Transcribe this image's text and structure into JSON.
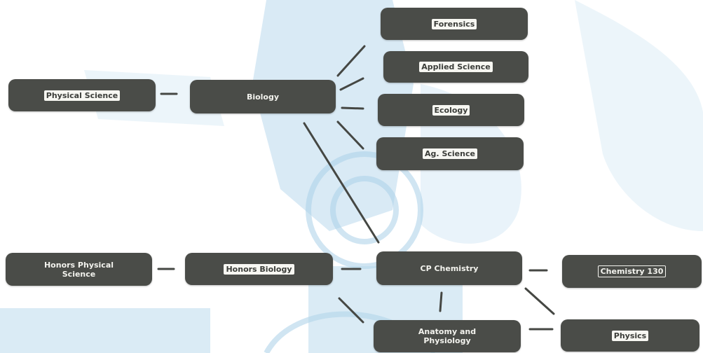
{
  "nodes": {
    "physical_science": "Physical Science",
    "biology": "Biology",
    "forensics": "Forensics",
    "applied_science": "Applied Science",
    "ecology": "Ecology",
    "ag_science": "Ag. Science",
    "honors_physical_science": "Honors Physical Science",
    "honors_biology": "Honors Biology",
    "cp_chemistry": "CP Chemistry",
    "chemistry_130": "Chemistry 130",
    "anatomy_physiology": "Anatomy and Physiology",
    "physics": "Physics"
  },
  "colors": {
    "node_bg": "#4a4c48",
    "connector": "#454743",
    "watermark": "#a9cfe8"
  }
}
